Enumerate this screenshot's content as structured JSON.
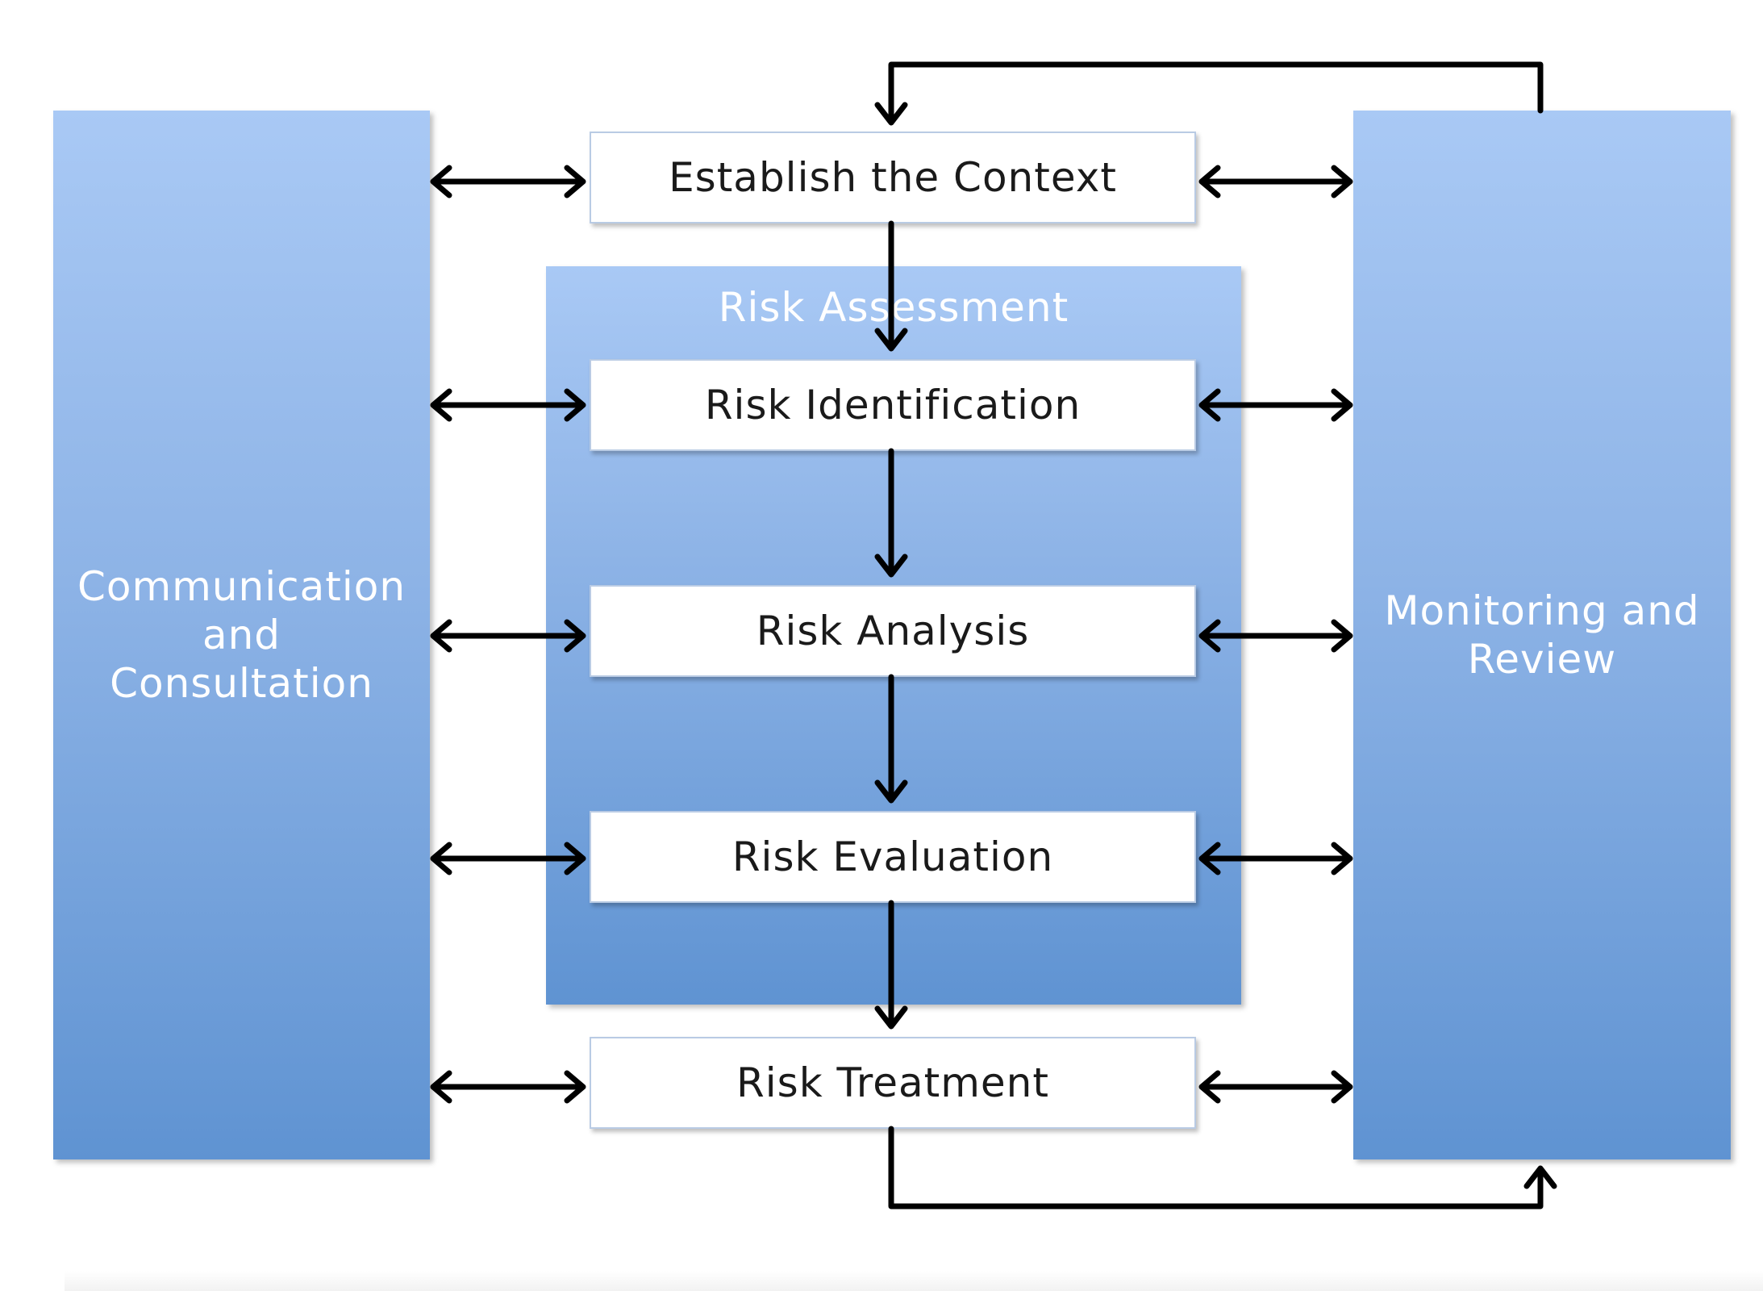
{
  "diagram": {
    "left_panel": {
      "label": "Communication\nand\nConsultation"
    },
    "right_panel": {
      "label": "Monitoring and\nReview"
    },
    "assessment_group": {
      "label": "Risk Assessment"
    },
    "steps": {
      "context": "Establish the Context",
      "identification": "Risk Identification",
      "analysis": "Risk Analysis",
      "evaluation": "Risk Evaluation",
      "treatment": "Risk Treatment"
    },
    "colors": {
      "panel_top": "#a9c9f5",
      "panel_bottom": "#5f93d2",
      "box_fill": "#ffffff",
      "box_border": "#b9cbe4",
      "arrow": "#000000"
    }
  }
}
